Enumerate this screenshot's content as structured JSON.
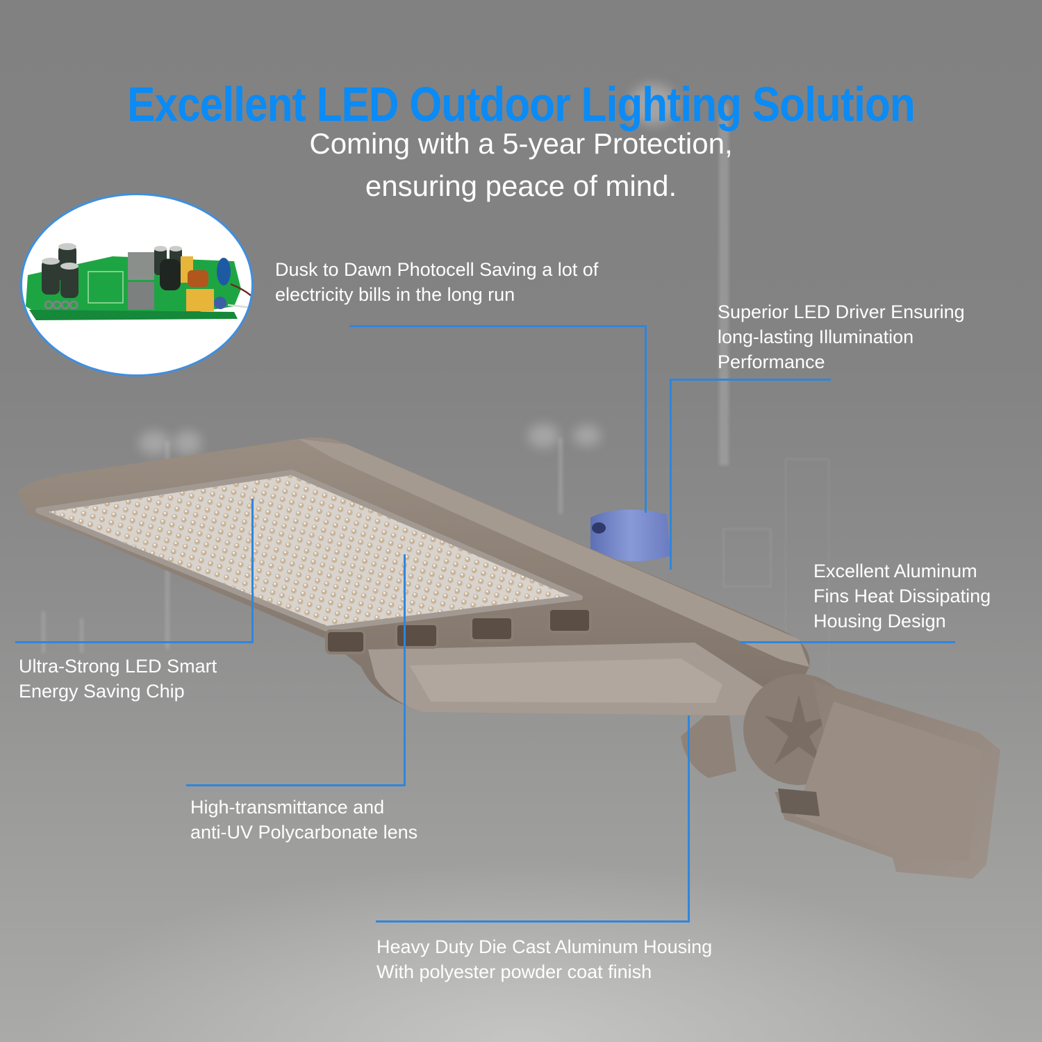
{
  "header": {
    "title": "Excellent LED Outdoor Lighting Solution",
    "subtitle_line1": "Coming with a 5-year Protection,",
    "subtitle_line2": "ensuring peace of mind."
  },
  "inset": {
    "subject": "LED driver circuit board",
    "border_color": "#3d8fe0"
  },
  "product": {
    "name": "LED shoebox street light",
    "housing_color": "#8c7f74",
    "photocell_color": "#7b8fd1"
  },
  "callouts": [
    {
      "id": "photocell",
      "line1": "Dusk to Dawn Photocell  Saving a lot of",
      "line2": "electricity bills in the long run"
    },
    {
      "id": "driver",
      "line1": "Superior LED Driver Ensuring",
      "line2": "long-lasting Illumination",
      "line3": "Performance"
    },
    {
      "id": "fins",
      "line1": "Excellent Aluminum",
      "line2": "Fins Heat Dissipating",
      "line3": "Housing Design"
    },
    {
      "id": "chip",
      "line1": "Ultra-Strong LED Smart",
      "line2": "Energy Saving Chip"
    },
    {
      "id": "lens",
      "line1": "High-transmittance and",
      "line2": "anti-UV Polycarbonate lens"
    },
    {
      "id": "housing",
      "line1": "Heavy Duty Die Cast Aluminum Housing",
      "line2": "With polyester powder coat finish"
    }
  ],
  "colors": {
    "title": "#0a8bf5",
    "text": "#ffffff",
    "callout_line": "#2f86dc",
    "background": "#838383"
  }
}
